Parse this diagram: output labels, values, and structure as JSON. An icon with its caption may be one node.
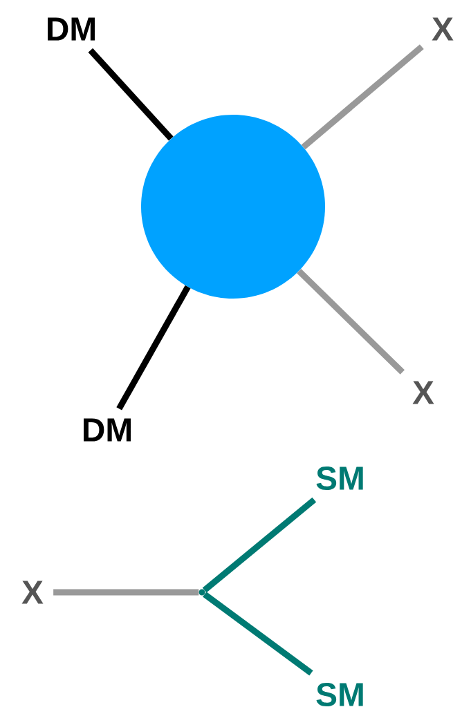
{
  "diagram": {
    "nodes": [
      {
        "text": [
          "DM"
        ]
      },
      {
        "text": [
          "X"
        ]
      },
      {
        "text": [],
        "shape": "circle"
      },
      {
        "text": [
          "DM"
        ]
      },
      {
        "text": [
          "X"
        ]
      },
      {
        "text": [
          "X"
        ]
      },
      {
        "text": [],
        "shape": "vertex"
      },
      {
        "text": [
          "SM"
        ]
      },
      {
        "text": [
          "SM"
        ]
      }
    ],
    "edges": [
      {
        "from": 0,
        "to": 2,
        "arrow": "none",
        "color": "#000000"
      },
      {
        "from": 1,
        "to": 2,
        "arrow": "none",
        "color": "#999999"
      },
      {
        "from": 3,
        "to": 2,
        "arrow": "none",
        "color": "#000000"
      },
      {
        "from": 4,
        "to": 2,
        "arrow": "none",
        "color": "#999999"
      },
      {
        "from": 5,
        "to": 6,
        "arrow": "none",
        "color": "#999999"
      },
      {
        "from": 6,
        "to": 7,
        "arrow": "none",
        "color": "#007a73"
      },
      {
        "from": 6,
        "to": 8,
        "arrow": "none",
        "color": "#007a73"
      }
    ]
  }
}
